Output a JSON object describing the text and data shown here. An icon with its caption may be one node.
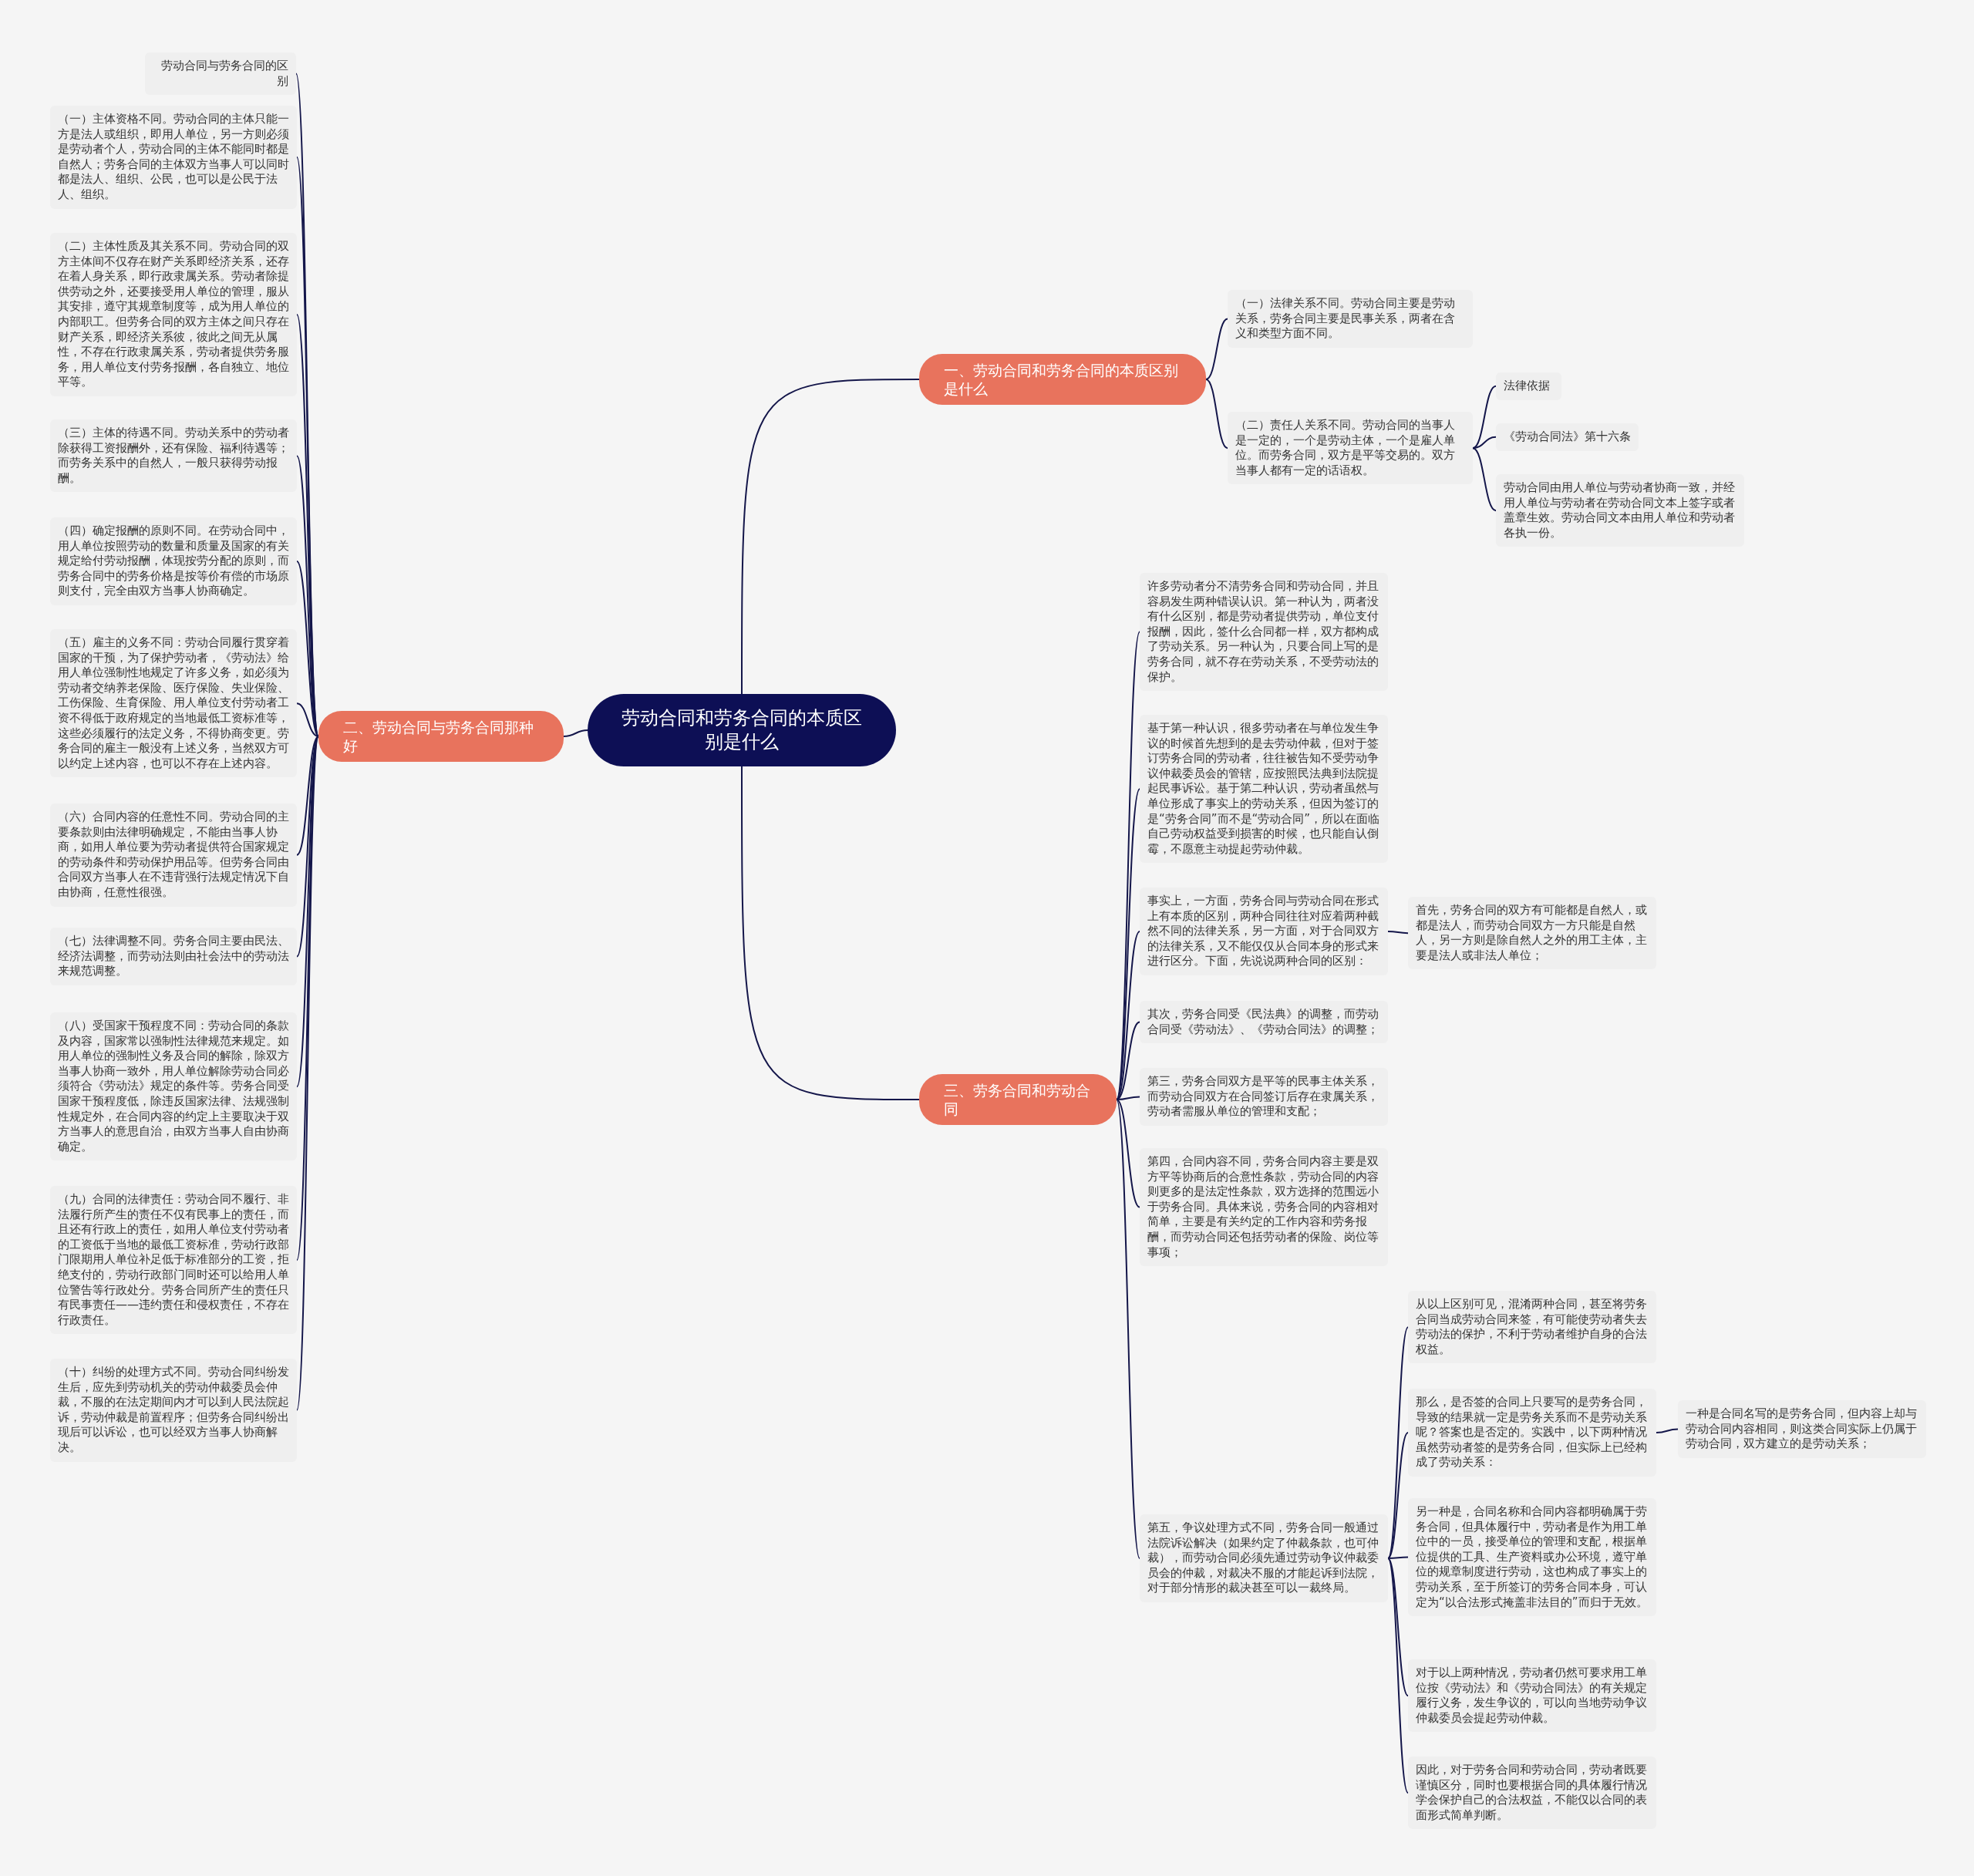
{
  "diagram": {
    "nodes": [
      {
        "text": [
          "劳动合同和劳务合同的本质区别是什么"
        ]
      },
      {
        "text": [
          "一、劳动合同和劳务合同的本质区别是什么"
        ]
      },
      {
        "text": [
          "（一）法律关系不同。劳动合同主要是劳动关系，劳务合同主要是民事关系，两者在含义和类型方面不同。"
        ]
      },
      {
        "text": [
          "（二）责任人关系不同。劳动合同的当事人是一定的，一个是劳动主体，一个是雇人单位。而劳务合同，双方是平等交易的。双方当事人都有一定的话语权。"
        ]
      },
      {
        "text": [
          "法律依据"
        ]
      },
      {
        "text": [
          "《劳动合同法》第十六条"
        ]
      },
      {
        "text": [
          "劳动合同由用人单位与劳动者协商一致，并经用人单位与劳动者在劳动合同文本上签字或者盖章生效。劳动合同文本由用人单位和劳动者各执一份。"
        ]
      },
      {
        "text": [
          "二、劳动合同与劳务合同那种好"
        ]
      },
      {
        "text": [
          "劳动合同与劳务合同的区别"
        ]
      },
      {
        "text": [
          "（一）主体资格不同。劳动合同的主体只能一方是法人或组织，即用人单位，另一方则必须是劳动者个人，劳动合同的主体不能同时都是自然人；劳务合同的主体双方当事人可以同时都是法人、组织、公民，也可以是公民于法人、组织。"
        ]
      },
      {
        "text": [
          "（二）主体性质及其关系不同。劳动合同的双方主体间不仅存在财产关系即经济关系，还存在着人身关系，即行政隶属关系。劳动者除提供劳动之外，还要接受用人单位的管理，服从其安排，遵守其规章制度等，成为用人单位的内部职工。但劳务合同的双方主体之间只存在财产关系，即经济关系彼，彼此之间无从属性，不存在行政隶属关系，劳动者提供劳务服务，用人单位支付劳务报酬，各自独立、地位平等。"
        ]
      },
      {
        "text": [
          "（三）主体的待遇不同。劳动关系中的劳动者除获得工资报酬外，还有保险、福利待遇等；而劳务关系中的自然人，一般只获得劳动报酬。"
        ]
      },
      {
        "text": [
          "（四）确定报酬的原则不同。在劳动合同中，用人单位按照劳动的数量和质量及国家的有关规定给付劳动报酬，体现按劳分配的原则，而劳务合同中的劳务价格是按等价有偿的市场原则支付，完全由双方当事人协商确定。"
        ]
      },
      {
        "text": [
          "（五）雇主的义务不同：劳动合同履行贯穿着国家的干预，为了保护劳动者，《劳动法》给用人单位强制性地规定了许多义务，如必须为劳动者交纳养老保险、医疗保险、失业保险、工伤保险、生育保险、用人单位支付劳动者工资不得低于政府规定的当地最低工资标准等，这些必须履行的法定义务，不得协商变更。劳务合同的雇主一般没有上述义务，当然双方可以约定上述内容，也可以不存在上述内容。"
        ]
      },
      {
        "text": [
          "（六）合同内容的任意性不同。劳动合同的主要条款则由法律明确规定，不能由当事人协商，如用人单位要为劳动者提供符合国家规定的劳动条件和劳动保护用品等。但劳务合同由合同双方当事人在不违背强行法规定情况下自由协商，任意性很强。"
        ]
      },
      {
        "text": [
          "（七）法律调整不同。劳务合同主要由民法、经济法调整，而劳动法则由社会法中的劳动法来规范调整。"
        ]
      },
      {
        "text": [
          "（八）受国家干预程度不同：劳动合同的条款及内容，国家常以强制性法律规范来规定。如用人单位的强制性义务及合同的解除，除双方当事人协商一致外，用人单位解除劳动合同必须符合《劳动法》规定的条件等。劳务合同受国家干预程度低，除违反国家法律、法规强制性规定外，在合同内容的约定上主要取决于双方当事人的意思自治，由双方当事人自由协商确定。"
        ]
      },
      {
        "text": [
          "（九）合同的法律责任：劳动合同不履行、非法履行所产生的责任不仅有民事上的责任，而且还有行政上的责任，如用人单位支付劳动者的工资低于当地的最低工资标准，劳动行政部门限期用人单位补足低于标准部分的工资，拒绝支付的，劳动行政部门同时还可以给用人单位警告等行政处分。劳务合同所产生的责任只有民事责任——违约责任和侵权责任，不存在行政责任。"
        ]
      },
      {
        "text": [
          "（十）纠纷的处理方式不同。劳动合同纠纷发生后，应先到劳动机关的劳动仲裁委员会仲裁，不服的在法定期间内才可以到人民法院起诉，劳动仲裁是前置程序；但劳务合同纠纷出现后可以诉讼，也可以经双方当事人协商解决。"
        ]
      },
      {
        "text": [
          "三、劳务合同和劳动合同"
        ]
      },
      {
        "text": [
          "许多劳动者分不清劳务合同和劳动合同，并且容易发生两种错误认识。第一种认为，两者没有什么区别，都是劳动者提供劳动，单位支付报酬，因此，签什么合同都一样，双方都构成了劳动关系。另一种认为，只要合同上写的是劳务合同，就不存在劳动关系，不受劳动法的保护。"
        ]
      },
      {
        "text": [
          "基于第一种认识，很多劳动者在与单位发生争议的时候首先想到的是去劳动仲裁，但对于签订劳务合同的劳动者，往往被告知不受劳动争议仲裁委员会的管辖，应按照民法典到法院提起民事诉讼。基于第二种认识，劳动者虽然与单位形成了事实上的劳动关系，但因为签订的是“劳务合同”而不是“劳动合同”，所以在面临自己劳动权益受到损害的时候，也只能自认倒霉，不愿意主动提起劳动仲裁。"
        ]
      },
      {
        "text": [
          "事实上，一方面，劳务合同与劳动合同在形式上有本质的区别，两种合同往往对应着两种截然不同的法律关系，另一方面，对于合同双方的法律关系，又不能仅仅从合同本身的形式来进行区分。下面，先说说两种合同的区别："
        ]
      },
      {
        "text": [
          "首先，劳务合同的双方有可能都是自然人，或都是法人，而劳动合同双方一方只能是自然人，另一方则是除自然人之外的用工主体，主要是法人或非法人单位；"
        ]
      },
      {
        "text": [
          "其次，劳务合同受《民法典》的调整，而劳动合同受《劳动法》、《劳动合同法》的调整；"
        ]
      },
      {
        "text": [
          "第三，劳务合同双方是平等的民事主体关系，而劳动合同双方在合同签订后存在隶属关系，劳动者需服从单位的管理和支配；"
        ]
      },
      {
        "text": [
          "第四，合同内容不同，劳务合同内容主要是双方平等协商后的合意性条款，劳动合同的内容则更多的是法定性条款，双方选择的范围远小于劳务合同。具体来说，劳务合同的内容相对简单，主要是有关约定的工作内容和劳务报酬，而劳动合同还包括劳动者的保险、岗位等事项；"
        ]
      },
      {
        "text": [
          "第五，争议处理方式不同，劳务合同一般通过法院诉讼解决（如果约定了仲裁条款，也可仲裁），而劳动合同必须先通过劳动争议仲裁委员会的仲裁，对裁决不服的才能起诉到法院，对于部分情形的裁决甚至可以一裁终局。"
        ]
      },
      {
        "text": [
          "从以上区别可见，混淆两种合同，甚至将劳务合同当成劳动合同来签，有可能使劳动者失去劳动法的保护，不利于劳动者维护自身的合法权益。"
        ]
      },
      {
        "text": [
          "那么，是否签的合同上只要写的是劳务合同，导致的结果就一定是劳务关系而不是劳动关系呢？答案也是否定的。实践中，以下两种情况虽然劳动者签的是劳务合同，但实际上已经构成了劳动关系："
        ]
      },
      {
        "text": [
          "一种是合同名写的是劳务合同，但内容上却与劳动合同内容相同，则这类合同实际上仍属于劳动合同，双方建立的是劳动关系；"
        ]
      },
      {
        "text": [
          "另一种是，合同名称和合同内容都明确属于劳务合同，但具体履行中，劳动者是作为用工单位中的一员，接受单位的管理和支配，根据单位提供的工具、生产资料或办公环境，遵守单位的规章制度进行劳动，这也构成了事实上的劳动关系，至于所签订的劳务合同本身，可认定为“以合法形式掩盖非法目的”而归于无效。"
        ]
      },
      {
        "text": [
          "对于以上两种情况，劳动者仍然可要求用工单位按《劳动法》和《劳动合同法》的有关规定履行义务，发生争议的，可以向当地劳动争议仲裁委员会提起劳动仲裁。"
        ]
      },
      {
        "text": [
          "因此，对于劳务合同和劳动合同，劳动者既要谨慎区分，同时也要根据合同的具体履行情况学会保护自己的合法权益，不能仅以合同的表面形式简单判断。"
        ]
      }
    ],
    "edges": [
      {
        "from": 0,
        "to": 1,
        "arrow": "none"
      },
      {
        "from": 1,
        "to": 2,
        "arrow": "none"
      },
      {
        "from": 1,
        "to": 3,
        "arrow": "none"
      },
      {
        "from": 3,
        "to": 4,
        "arrow": "none"
      },
      {
        "from": 3,
        "to": 5,
        "arrow": "none"
      },
      {
        "from": 3,
        "to": 6,
        "arrow": "none"
      },
      {
        "from": 0,
        "to": 7,
        "arrow": "none"
      },
      {
        "from": 7,
        "to": 8,
        "arrow": "none"
      },
      {
        "from": 7,
        "to": 9,
        "arrow": "none"
      },
      {
        "from": 7,
        "to": 10,
        "arrow": "none"
      },
      {
        "from": 7,
        "to": 11,
        "arrow": "none"
      },
      {
        "from": 7,
        "to": 12,
        "arrow": "none"
      },
      {
        "from": 7,
        "to": 13,
        "arrow": "none"
      },
      {
        "from": 7,
        "to": 14,
        "arrow": "none"
      },
      {
        "from": 7,
        "to": 15,
        "arrow": "none"
      },
      {
        "from": 7,
        "to": 16,
        "arrow": "none"
      },
      {
        "from": 7,
        "to": 17,
        "arrow": "none"
      },
      {
        "from": 7,
        "to": 18,
        "arrow": "none"
      },
      {
        "from": 0,
        "to": 19,
        "arrow": "none"
      },
      {
        "from": 19,
        "to": 20,
        "arrow": "none"
      },
      {
        "from": 19,
        "to": 21,
        "arrow": "none"
      },
      {
        "from": 19,
        "to": 22,
        "arrow": "none"
      },
      {
        "from": 22,
        "to": 23,
        "arrow": "none"
      },
      {
        "from": 19,
        "to": 24,
        "arrow": "none"
      },
      {
        "from": 19,
        "to": 25,
        "arrow": "none"
      },
      {
        "from": 19,
        "to": 26,
        "arrow": "none"
      },
      {
        "from": 19,
        "to": 27,
        "arrow": "none"
      },
      {
        "from": 27,
        "to": 28,
        "arrow": "none"
      },
      {
        "from": 27,
        "to": 29,
        "arrow": "none"
      },
      {
        "from": 29,
        "to": 30,
        "arrow": "none"
      },
      {
        "from": 27,
        "to": 31,
        "arrow": "none"
      },
      {
        "from": 27,
        "to": 32,
        "arrow": "none"
      },
      {
        "from": 27,
        "to": 33,
        "arrow": "none"
      }
    ]
  }
}
